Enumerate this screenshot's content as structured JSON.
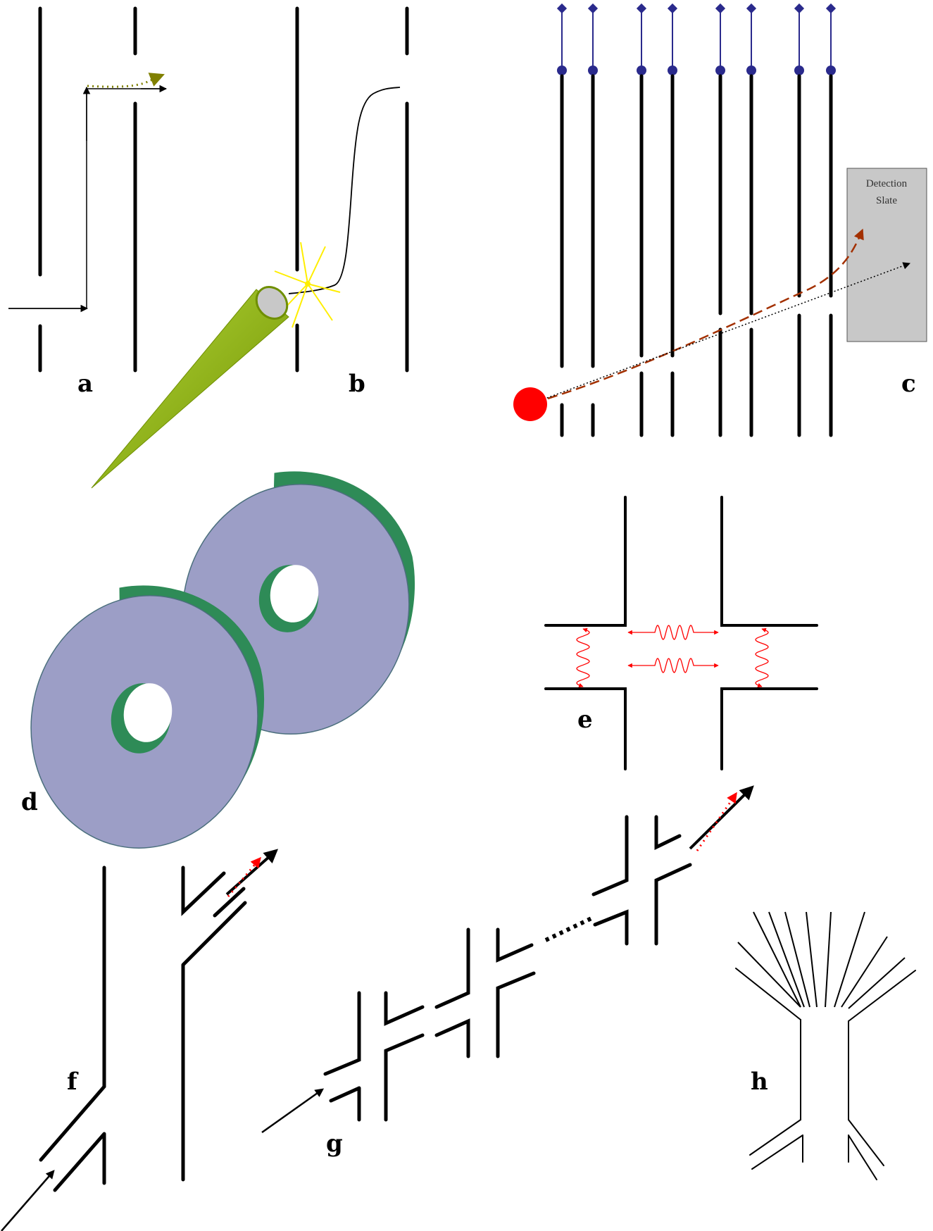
{
  "panels": {
    "a": {
      "label": "a"
    },
    "b": {
      "label": "b"
    },
    "c": {
      "label": "c",
      "detection_slate": {
        "line1": "Detection",
        "line2": "Slate"
      }
    },
    "d": {
      "label": "d"
    },
    "e": {
      "label": "e"
    },
    "f": {
      "label": "f"
    },
    "g": {
      "label": "g"
    },
    "h": {
      "label": "h"
    }
  },
  "colors": {
    "wall": "#000000",
    "arrow_olive": "#808000",
    "probe_green": "#8fb400",
    "spark_yellow": "#ffee00",
    "electrode_blue": "#2a2a8c",
    "particle_red": "#ff0000",
    "trajectory_brown": "#a33000",
    "slate_gray": "#c8c8c8",
    "disc_face": "#9c9ec6",
    "disc_rim": "#2e8b57",
    "wave_red": "#ff0000"
  }
}
